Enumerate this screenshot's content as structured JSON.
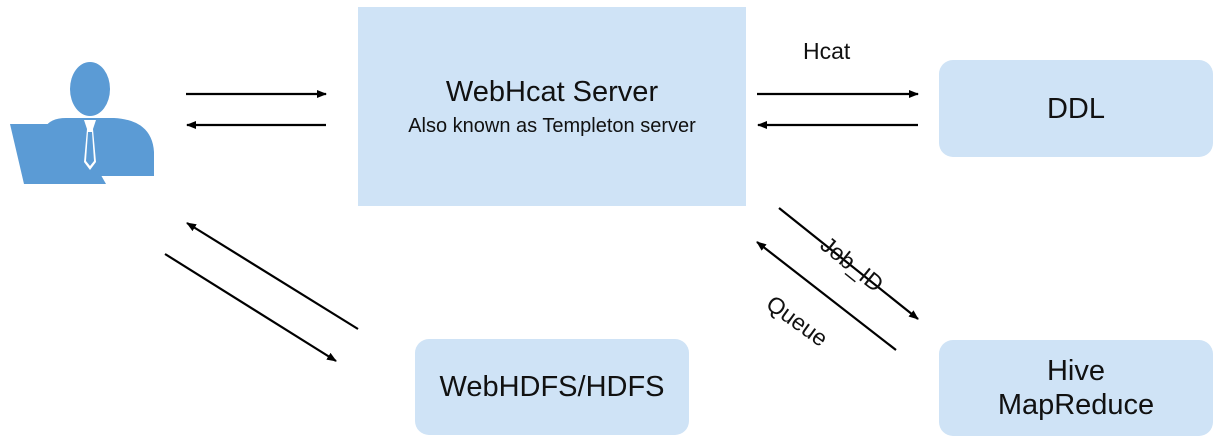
{
  "diagram": {
    "server": {
      "title": "WebHcat Server",
      "subtitle": "Also known as Templeton server"
    },
    "nodes": {
      "ddl": "DDL",
      "hdfs": "WebHDFS/HDFS",
      "hive_line1": "Hive",
      "hive_line2": "MapReduce"
    },
    "edge_labels": {
      "hcat": "Hcat",
      "job_id": "Job_ID",
      "queue": "Queue"
    },
    "icons": {
      "user": "user-laptop-icon"
    },
    "colors": {
      "box_fill": "#cfe3f6",
      "icon_blue": "#5b9bd5",
      "arrow": "#000000"
    }
  }
}
